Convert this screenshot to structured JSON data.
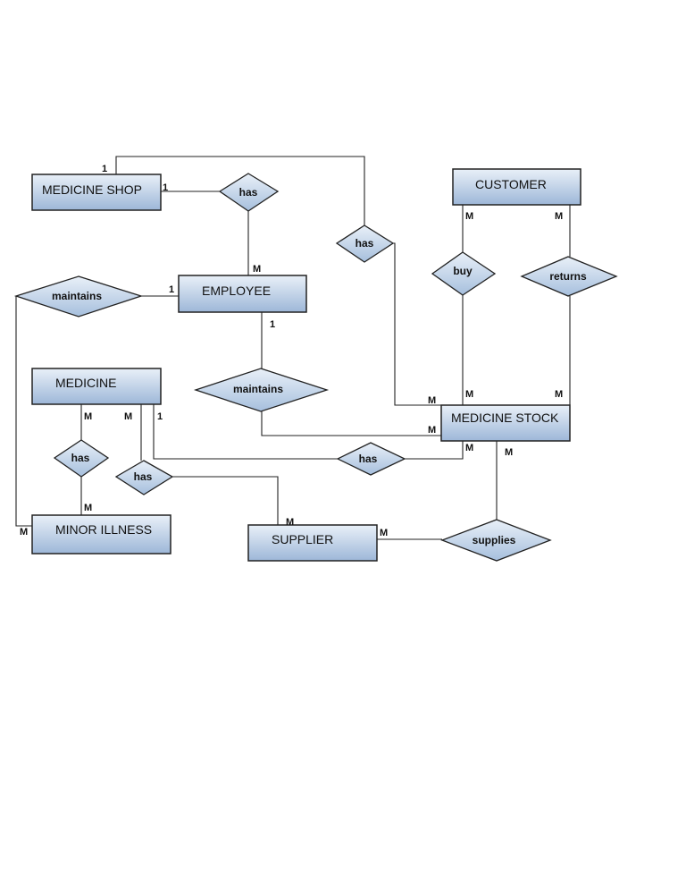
{
  "entities": {
    "medicine_shop": "MEDICINE SHOP",
    "customer": "CUSTOMER",
    "employee": "EMPLOYEE",
    "medicine": "MEDICINE",
    "medicine_stock": "MEDICINE STOCK",
    "minor_illness": "MINOR ILLNESS",
    "supplier": "SUPPLIER"
  },
  "relationships": {
    "shop_has_employee": "has",
    "shop_has_stock": "has",
    "buy": "buy",
    "returns": "returns",
    "maintains_illness": "maintains",
    "maintains_stock": "maintains",
    "medicine_has_illness": "has",
    "medicine_has_supplier": "has",
    "medicine_has_stock": "has",
    "supplies": "supplies"
  },
  "cardinalities": {
    "shop_top": "1",
    "shop_right": "1",
    "employee_top": "M",
    "employee_left": "1",
    "employee_bottom": "1",
    "customer_left": "M",
    "customer_right": "M",
    "stock_left_top": "M",
    "stock_buy": "M",
    "stock_returns": "M",
    "stock_left_mid": "M",
    "stock_bottom_left": "M",
    "stock_bottom_right": "M",
    "medicine_a": "M",
    "medicine_b": "M",
    "medicine_c": "1",
    "illness_top": "M",
    "illness_left": "M",
    "supplier_top": "M",
    "supplier_right": "M"
  }
}
